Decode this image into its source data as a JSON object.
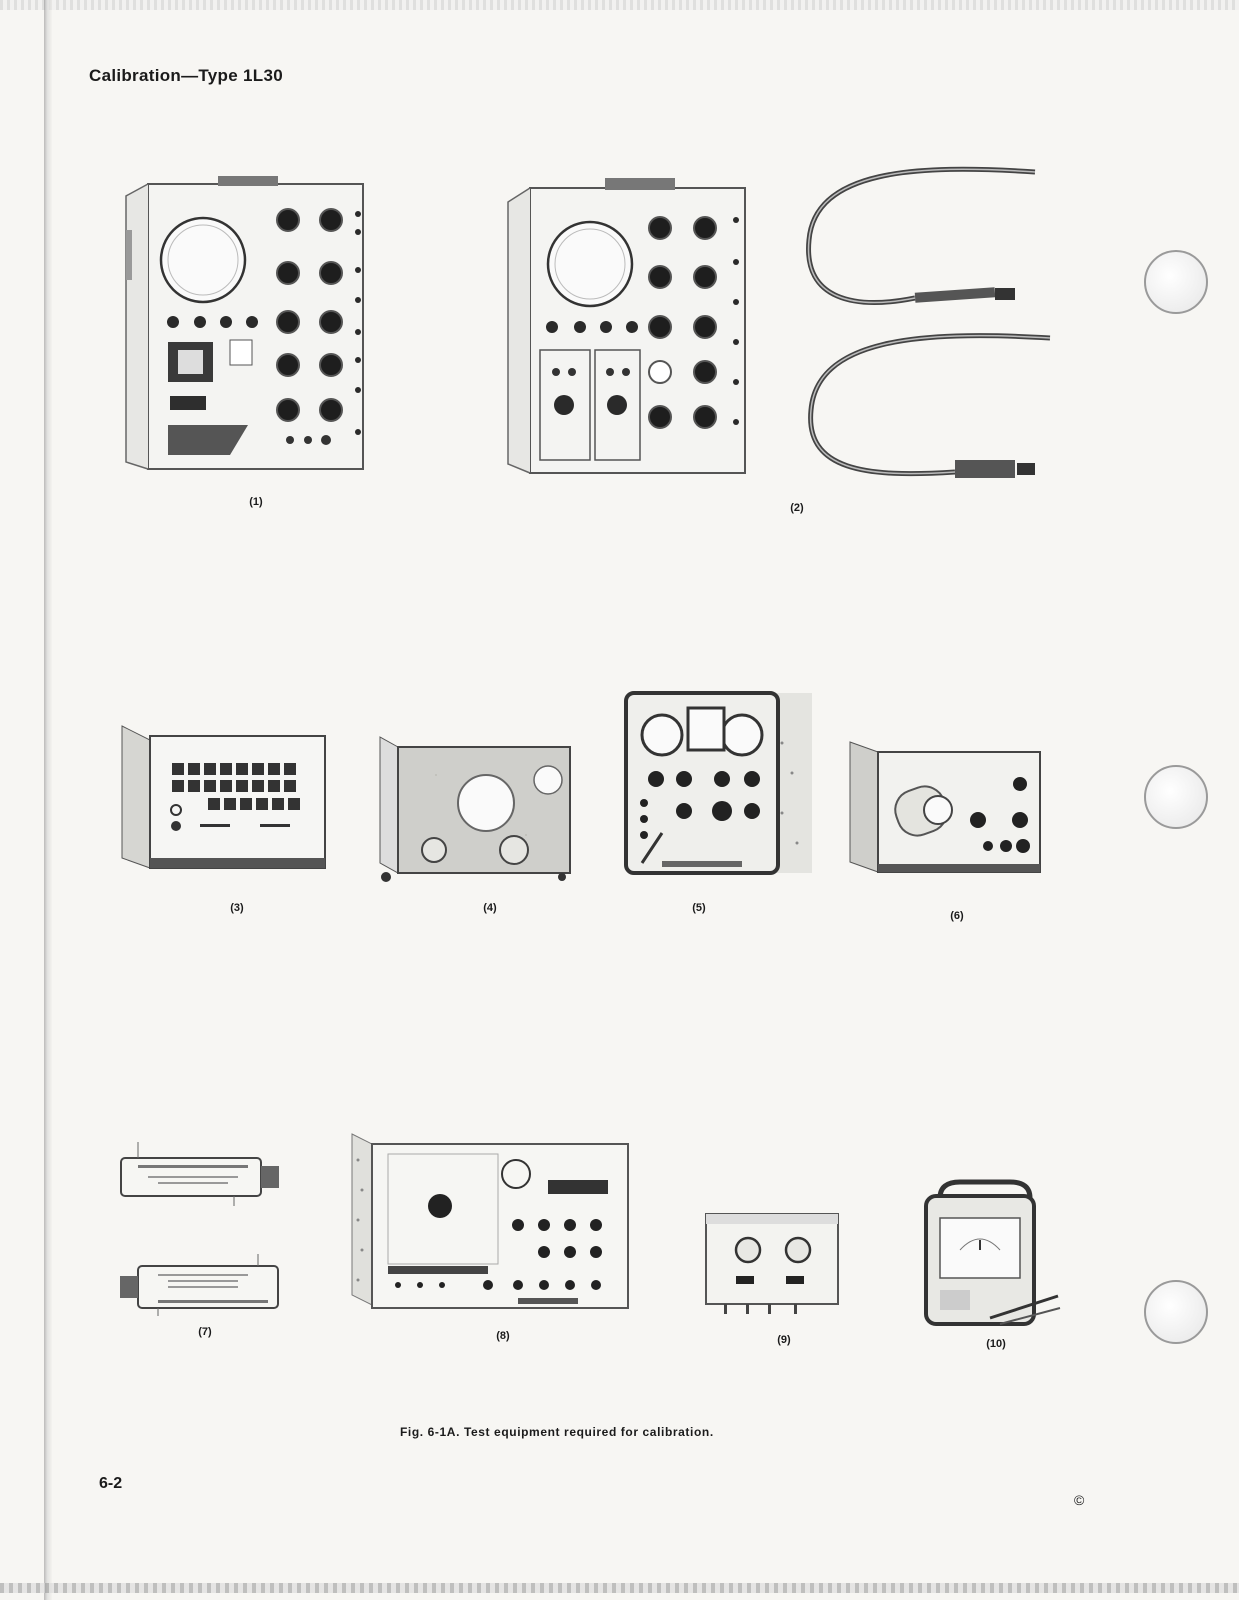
{
  "header": {
    "title": "Calibration—Type 1L30"
  },
  "figure": {
    "caption": "Fig. 6-1A. Test equipment required for calibration.",
    "items": [
      {
        "label": "(1)",
        "icon": "oscilloscope-icon"
      },
      {
        "label": "(2)",
        "icon": "oscilloscope-with-probes-icon"
      },
      {
        "label": "(3)",
        "icon": "time-mark-generator-icon"
      },
      {
        "label": "(4)",
        "icon": "signal-generator-icon"
      },
      {
        "label": "(5)",
        "icon": "meter-instrument-icon"
      },
      {
        "label": "(6)",
        "icon": "pulse-generator-icon"
      },
      {
        "label": "(7)",
        "icon": "attenuators-icon"
      },
      {
        "label": "(8)",
        "icon": "sweep-generator-icon"
      },
      {
        "label": "(9)",
        "icon": "small-generator-icon"
      },
      {
        "label": "(10)",
        "icon": "portable-meter-icon"
      }
    ]
  },
  "footer": {
    "page_number": "6-2",
    "copyright": "©"
  }
}
